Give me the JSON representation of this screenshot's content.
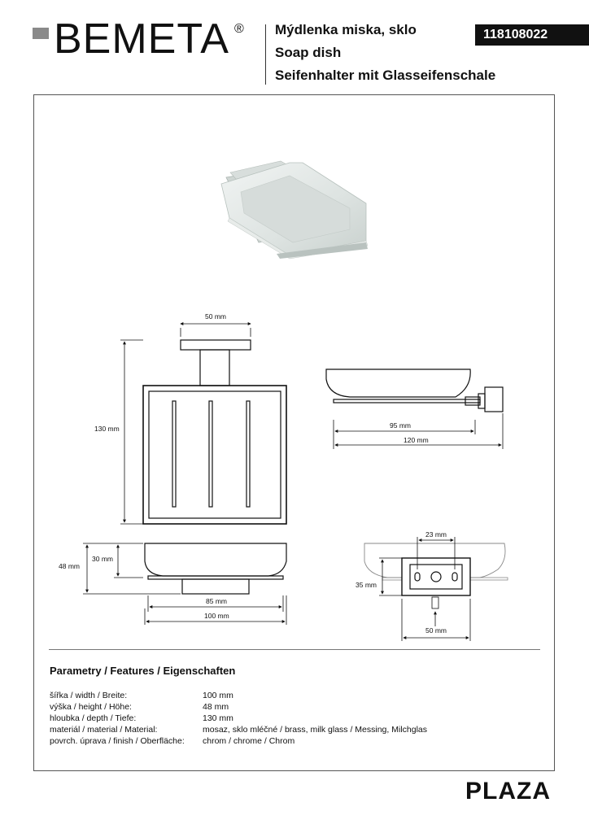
{
  "header": {
    "brand": "BEMETA",
    "registered": "®",
    "title_cz": "Mýdlenka miska, sklo",
    "title_en": "Soap dish",
    "title_de": "Seifenhalter mit Glasseifenschale",
    "product_code": "118108022"
  },
  "drawings": {
    "front_mount_width": "50 mm",
    "front_height": "130 mm",
    "side_depth_inner": "95 mm",
    "side_depth_total": "120 mm",
    "bottom_bowl_height": "30 mm",
    "bottom_total_height": "48 mm",
    "bottom_inner_width": "85 mm",
    "bottom_total_width": "100 mm",
    "detail_hole_spacing": "23 mm",
    "detail_plate_height": "35 mm",
    "detail_plate_width": "50 mm"
  },
  "features": {
    "title": "Parametry / Features / Eigenschaften",
    "rows": [
      {
        "label": "šířka / width / Breite:",
        "value": "100 mm"
      },
      {
        "label": "výška / height / Höhe:",
        "value": "48 mm"
      },
      {
        "label": "hloubka / depth / Tiefe:",
        "value": "130 mm"
      },
      {
        "label": "materiál / material / Material:",
        "value": "mosaz, sklo mléčné / brass, milk glass / Messing, Milchglas"
      },
      {
        "label": "povrch. úprava / finish / Oberfläche:",
        "value": "chrom / chrome / Chrom"
      }
    ]
  },
  "footer": {
    "series": "PLAZA"
  },
  "colors": {
    "line": "#111111",
    "frame": "#555555",
    "code_background": "#111111",
    "glass": "#dfe5e3"
  }
}
